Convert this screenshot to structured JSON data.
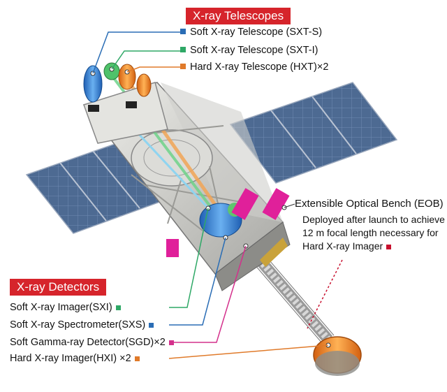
{
  "telescopes": {
    "header": "X-ray Telescopes",
    "items": [
      {
        "label": "Soft X-ray Telescope (SXT-S)",
        "color": "#2a6db5"
      },
      {
        "label": "Soft X-ray Telescope (SXT-I)",
        "color": "#2ea866"
      },
      {
        "label": "Hard X-ray Telescope (HXT)×2",
        "color": "#e07a2a"
      }
    ]
  },
  "eob": {
    "title": "Extensible Optical Bench (EOB)",
    "description": "Deployed after launch to achieve 12 m focal length necessary for Hard X-ray Imager",
    "color": "#c8102e"
  },
  "detectors": {
    "header": "X-ray Detectors",
    "items": [
      {
        "label": "Soft X-ray Imager(SXI)",
        "color": "#2ea866"
      },
      {
        "label": "Soft X-ray Spectrometer(SXS)",
        "color": "#2a6db5"
      },
      {
        "label": "Soft Gamma-ray Detector(SGD)×2",
        "color": "#d4308c"
      },
      {
        "label": "Hard X-ray Imager(HXI) ×2",
        "color": "#e07a2a"
      }
    ]
  }
}
